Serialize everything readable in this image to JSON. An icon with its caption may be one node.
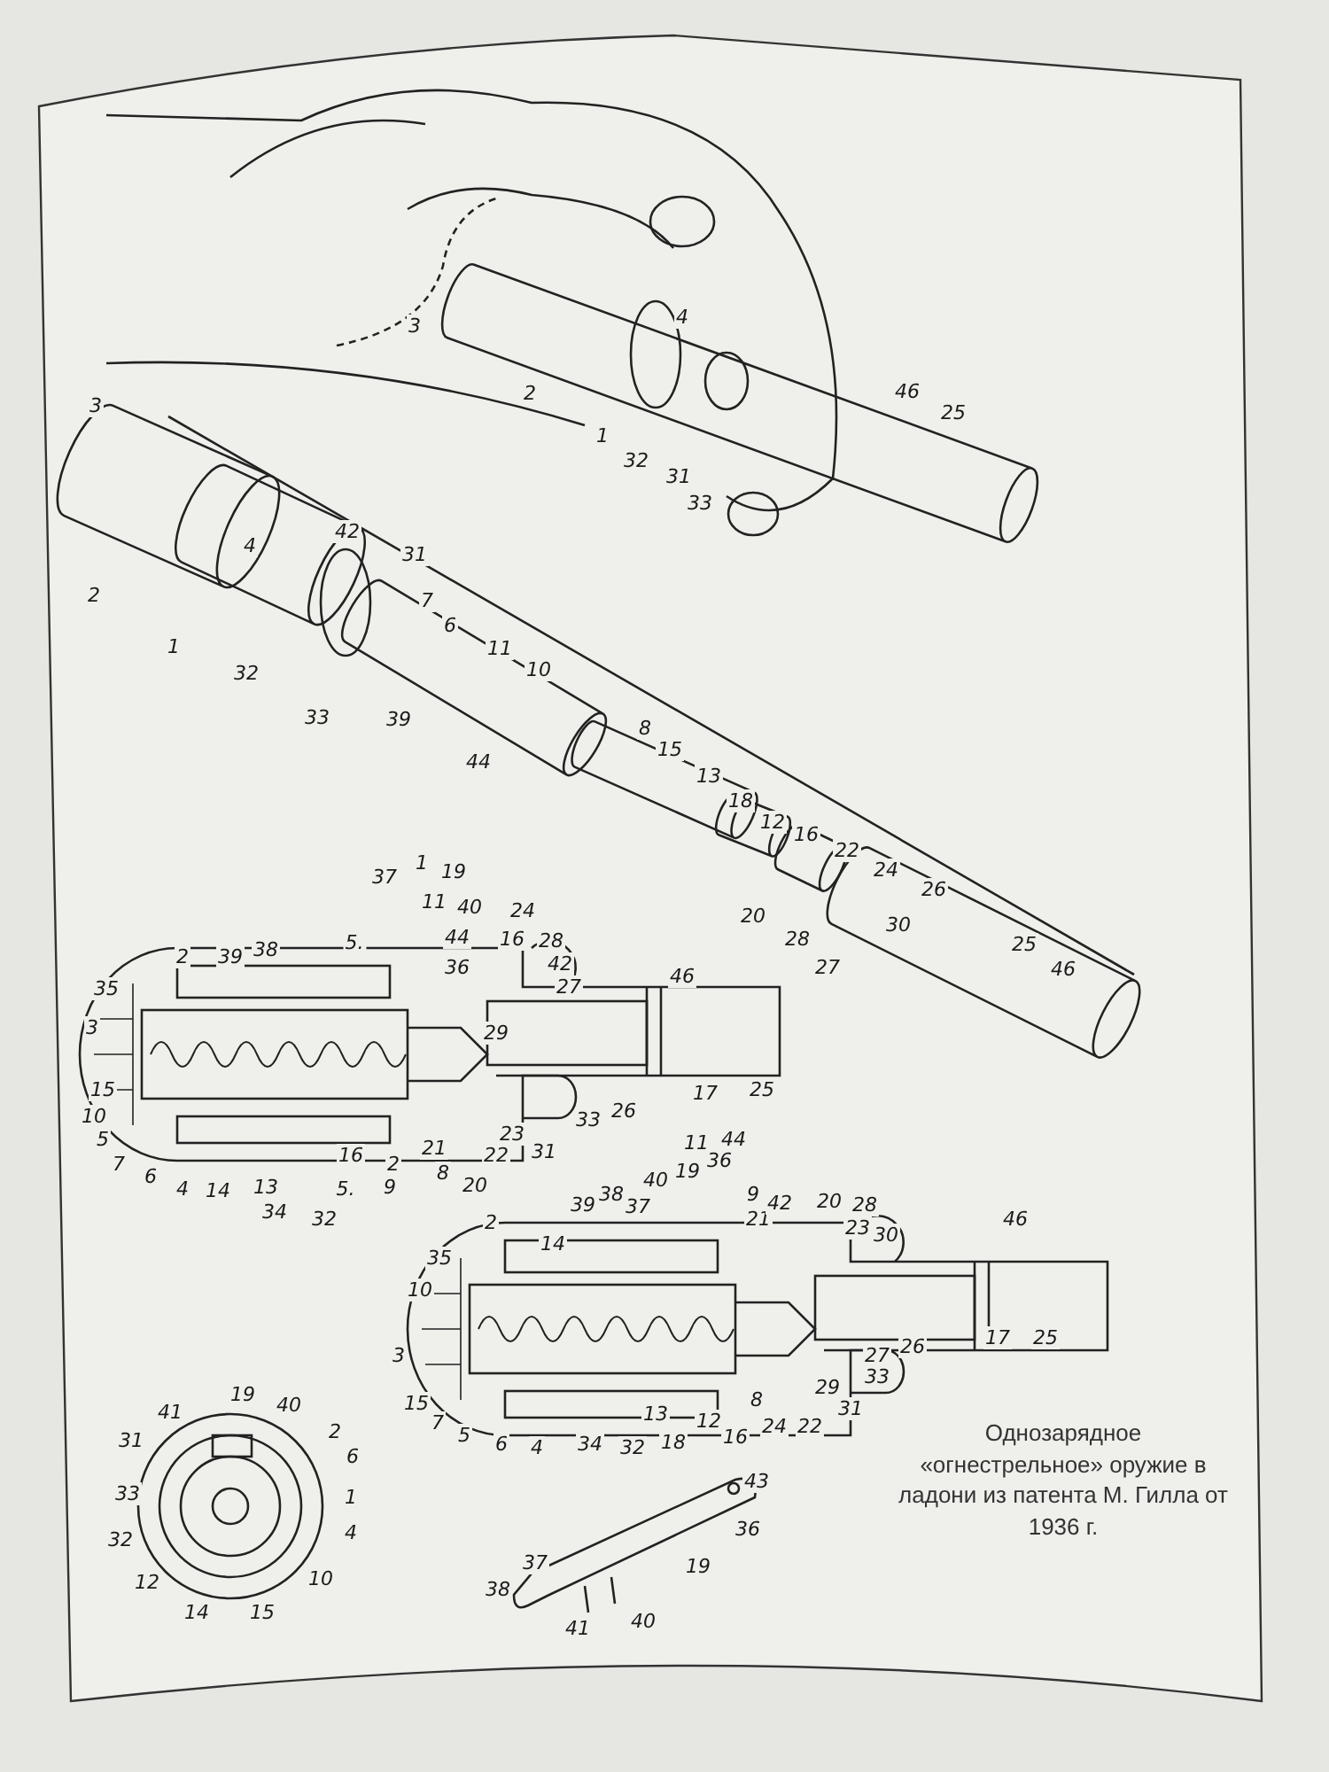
{
  "diagram": {
    "caption": "Однозарядное «огнестрельное» оружие в ладони из патента М. Гилла от 1936 г.",
    "labels": [
      "3",
      "2",
      "4",
      "1",
      "32",
      "31",
      "33",
      "46",
      "25",
      "3",
      "2",
      "4",
      "42",
      "31",
      "7",
      "6",
      "11",
      "10",
      "1",
      "32",
      "33",
      "39",
      "44",
      "8",
      "15",
      "13",
      "18",
      "12",
      "16",
      "22",
      "24",
      "26",
      "20",
      "28",
      "30",
      "27",
      "25",
      "46",
      "37",
      "1",
      "19",
      "11",
      "40",
      "44",
      "24",
      "16",
      "28",
      "42",
      "27",
      "36",
      "5.",
      "39",
      "38",
      "2",
      "35",
      "46",
      "3",
      "29",
      "15",
      "10",
      "5",
      "7",
      "6",
      "4",
      "14",
      "13",
      "34",
      "32",
      "16",
      "2",
      "5.",
      "9",
      "21",
      "8",
      "20",
      "22",
      "23",
      "31",
      "33",
      "26",
      "17",
      "25",
      "2",
      "14",
      "39",
      "38",
      "37",
      "40",
      "19",
      "11",
      "36",
      "44",
      "9",
      "21",
      "42",
      "20",
      "28",
      "23",
      "30",
      "46",
      "35",
      "10",
      "3",
      "15",
      "7",
      "5",
      "6",
      "4",
      "34",
      "32",
      "18",
      "13",
      "12",
      "16",
      "8",
      "24",
      "22",
      "29",
      "31",
      "33",
      "27",
      "26",
      "17",
      "25",
      "41",
      "19",
      "40",
      "2",
      "31",
      "6",
      "33",
      "1",
      "32",
      "4",
      "12",
      "10",
      "14",
      "15",
      "43",
      "36",
      "37",
      "19",
      "38",
      "41",
      "40"
    ]
  }
}
